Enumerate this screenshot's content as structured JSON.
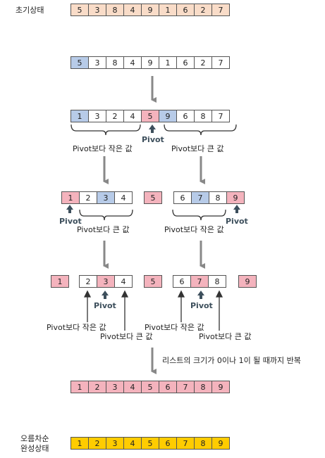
{
  "labels": {
    "initial": "초기상태",
    "final_line1": "오름차순",
    "final_line2": "완성상태",
    "pivot": "Pivot",
    "smaller": "Pivot보다 작은 값",
    "larger": "Pivot보다 큰 값",
    "repeat": "리스트의 크기가 0이나 1이 될 때까지 반복"
  },
  "colors": {
    "peach": "#f9dcc8",
    "blue": "#b7cbe8",
    "pink": "#f4b3bd",
    "yellow": "#ffcc00",
    "arrow": "#888888",
    "pivot_arrow": "#3d4f5c"
  },
  "rows": {
    "initial": [
      "5",
      "3",
      "8",
      "4",
      "9",
      "1",
      "6",
      "2",
      "7"
    ],
    "pick_pivot": [
      "5",
      "3",
      "8",
      "4",
      "9",
      "1",
      "6",
      "2",
      "7"
    ],
    "partition_1": [
      "1",
      "3",
      "2",
      "4",
      "5",
      "9",
      "6",
      "8",
      "7"
    ],
    "left_sub_1": [
      "1",
      "2",
      "3",
      "4"
    ],
    "middle_1": [
      "5"
    ],
    "right_sub_1": [
      "6",
      "7",
      "8",
      "9"
    ],
    "single_1": [
      "1"
    ],
    "left_sub_2": [
      "2",
      "3",
      "4"
    ],
    "middle_2": [
      "5"
    ],
    "right_sub_2": [
      "6",
      "7",
      "8"
    ],
    "single_9": [
      "9"
    ],
    "result": [
      "1",
      "2",
      "3",
      "4",
      "5",
      "6",
      "7",
      "8",
      "9"
    ],
    "final": [
      "1",
      "2",
      "3",
      "4",
      "5",
      "6",
      "7",
      "8",
      "9"
    ]
  }
}
